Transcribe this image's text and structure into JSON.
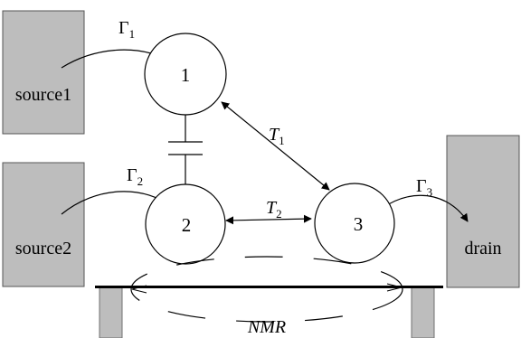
{
  "reservoirs": {
    "source1": "source1",
    "source2": "source2",
    "drain": "drain"
  },
  "dots": {
    "dot1": "1",
    "dot2": "2",
    "dot3": "3"
  },
  "couplings": {
    "gamma1_base": "Γ",
    "gamma1_sub": "1",
    "gamma2_base": "Γ",
    "gamma2_sub": "2",
    "gamma3_base": "Γ",
    "gamma3_sub": "3",
    "t1_base": "T",
    "t1_sub": "1",
    "t2_base": "T",
    "t2_sub": "2"
  },
  "detector": {
    "label": "NMR"
  },
  "colors": {
    "reservoir_fill": "#bdbdbd",
    "line": "#000000"
  }
}
